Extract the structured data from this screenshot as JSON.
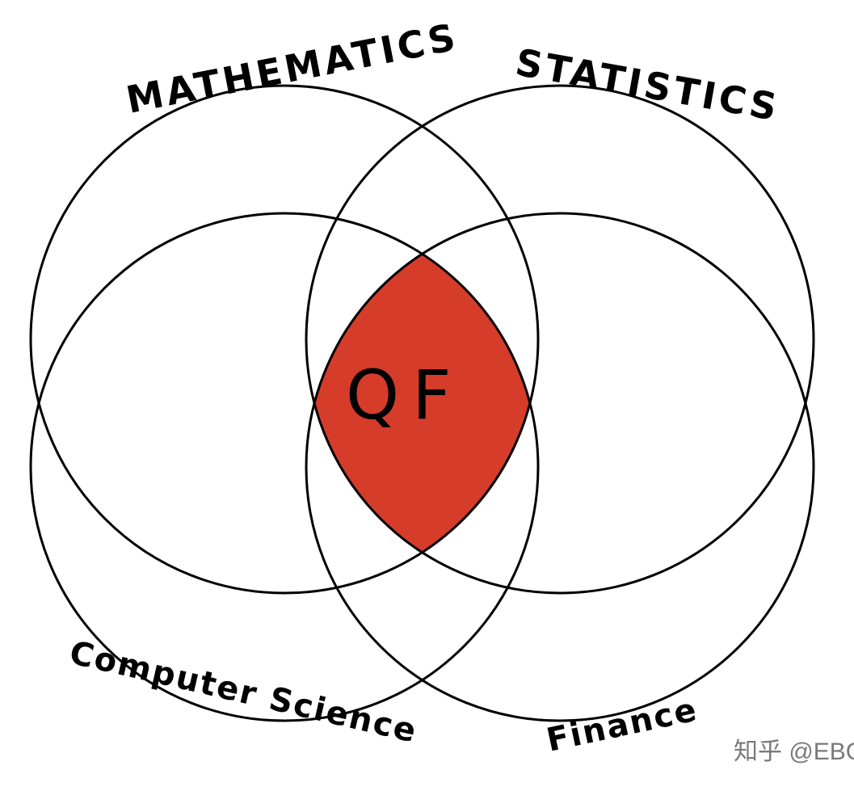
{
  "diagram": {
    "sets": [
      {
        "id": "mathematics",
        "label": "MATHEMATICS"
      },
      {
        "id": "statistics",
        "label": "STATISTICS"
      },
      {
        "id": "computer-science",
        "label": "Computer Science"
      },
      {
        "id": "finance",
        "label": "Finance"
      }
    ],
    "center_label": "QF",
    "watermark": "知乎 @EBC",
    "colors": {
      "outline": "#000000",
      "intersection_fill": "#d63c2a",
      "watermark": "#7a7a7a"
    }
  }
}
